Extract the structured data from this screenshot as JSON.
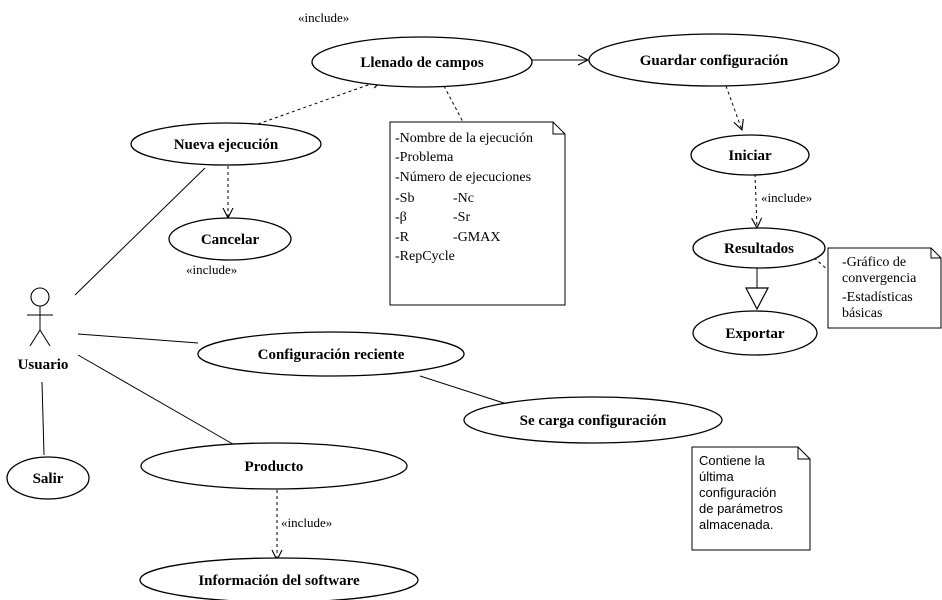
{
  "actor": {
    "name": "Usuario"
  },
  "use_cases": {
    "llenado": "Llenado de campos",
    "guardar": "Guardar configuración",
    "nueva": "Nueva ejecución",
    "cancelar": "Cancelar",
    "iniciar": "Iniciar",
    "resultados": "Resultados",
    "exportar": "Exportar",
    "config_reciente": "Configuración reciente",
    "se_carga": "Se carga configuración",
    "producto": "Producto",
    "salir": "Salir",
    "info_software": "Información del software"
  },
  "stereotypes": {
    "include_top": "«include»",
    "include_cancelar": "«include»",
    "include_iniciar": "«include»",
    "include_producto": "«include»"
  },
  "notes": {
    "campos": {
      "lines": [
        "-Nombre de la ejecución",
        "-Problema",
        "-Número de ejecuciones"
      ],
      "params_left": [
        "-Sb",
        "-β",
        "-R",
        "-RepCycle"
      ],
      "params_right": [
        "-Nc",
        "-Sr",
        "-GMAX"
      ]
    },
    "resultados": [
      "-Gráfico de",
      "convergencia",
      "-Estadísticas",
      "básicas"
    ],
    "configuracion": [
      "Contiene la",
      "última",
      "configuración",
      "de parámetros",
      "almacenada."
    ]
  }
}
